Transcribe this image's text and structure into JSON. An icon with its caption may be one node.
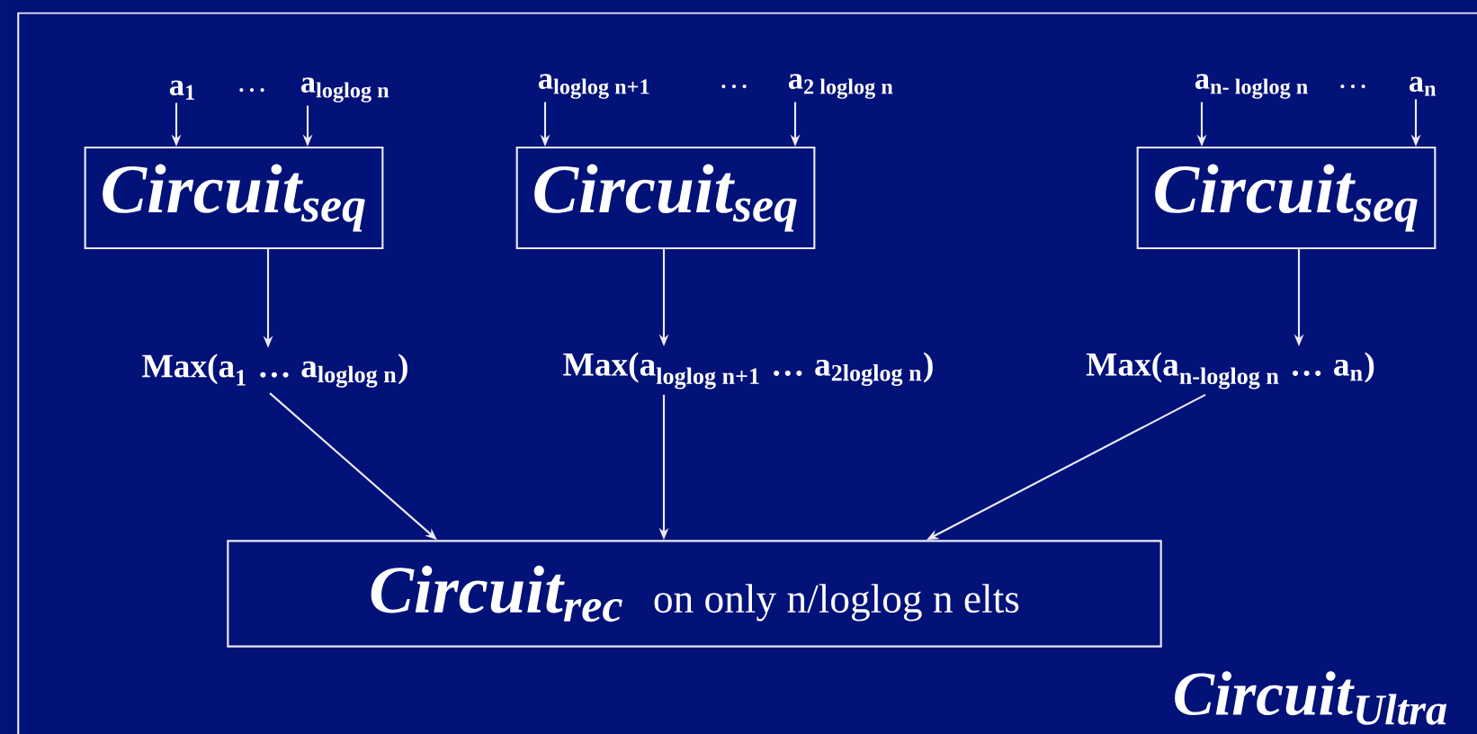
{
  "diagram": {
    "nodes": [
      {
        "text": [
          "Circuit$_{Ultra}$"
        ]
      },
      {
        "text": [
          "\\text{a}_{\\text{1}}"
        ],
        "in": 0
      },
      {
        "text": [
          "\\text{a}_{\\text{loglog n}}"
        ],
        "in": 0
      },
      {
        "text": [
          "\\text{a}_{\\text{loglog n+1}}"
        ],
        "in": 0
      },
      {
        "text": [
          "\\text{a}_{\\text{2 loglog n}}"
        ],
        "in": 0
      },
      {
        "text": [
          "\\text{a}_{\\text{n- loglog n}}"
        ],
        "in": 0
      },
      {
        "text": [
          "\\text{a}_{\\text{n}}"
        ],
        "in": 0
      },
      {
        "text": [
          "Circuit$_{seq}$"
        ],
        "in": 0
      },
      {
        "text": [
          "Circuit$_{seq}$"
        ],
        "in": 0
      },
      {
        "text": [
          "Circuit$_{seq}$"
        ],
        "in": 0
      },
      {
        "text": [
          "\\text{Max(a}_{\\text{1}}\\;\\text{…}\\;\\text{a}_{\\text{loglog n}}\\text{)}"
        ],
        "in": 0
      },
      {
        "text": [
          "\\text{Max(a}_{\\text{loglog n+1}}\\;\\text{…}\\;\\text{a}_{\\text{2loglog n}}\\text{)}"
        ],
        "in": 0
      },
      {
        "text": [
          "\\text{Max(a}_{\\text{n-loglog n}}\\;\\text{…}\\;\\text{a}_{\\text{n}}\\text{)}"
        ],
        "in": 0
      },
      {
        "text": [
          "Circuit$_{rec}$",
          "on only n/loglog n elts"
        ],
        "in": 0
      }
    ],
    "edges": [
      {
        "from": 1,
        "to": 7,
        "arrow": "to"
      },
      {
        "from": 2,
        "to": 7,
        "arrow": "to"
      },
      {
        "from": 3,
        "to": 8,
        "arrow": "to"
      },
      {
        "from": 4,
        "to": 8,
        "arrow": "to"
      },
      {
        "from": 5,
        "to": 9,
        "arrow": "to"
      },
      {
        "from": 6,
        "to": 9,
        "arrow": "to"
      },
      {
        "from": 7,
        "to": 10,
        "arrow": "to"
      },
      {
        "from": 8,
        "to": 11,
        "arrow": "to"
      },
      {
        "from": 9,
        "to": 12,
        "arrow": "to"
      },
      {
        "from": 10,
        "to": 13,
        "arrow": "to"
      },
      {
        "from": 11,
        "to": 13,
        "arrow": "to"
      },
      {
        "from": 12,
        "to": 13,
        "arrow": "to"
      }
    ],
    "labels": [
      "…",
      "…",
      "…"
    ]
  }
}
